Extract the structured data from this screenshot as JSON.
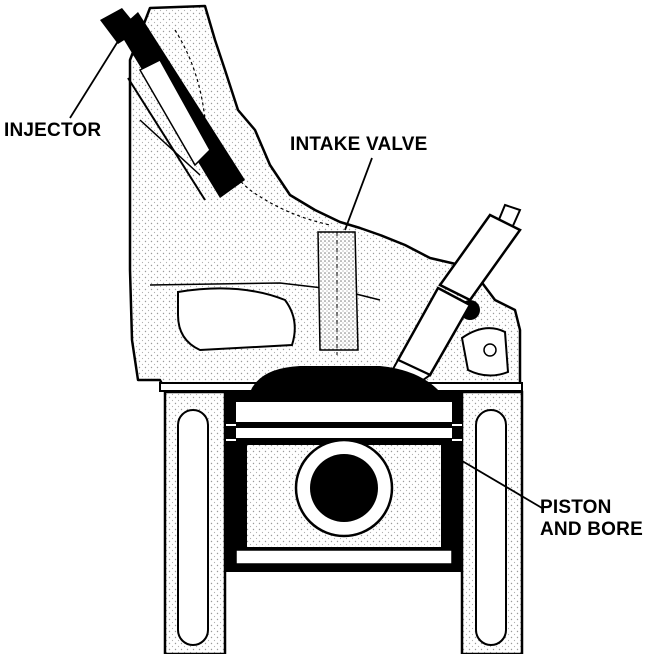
{
  "labels": {
    "injector": "INJECTOR",
    "intake_valve": "INTAKE VALVE",
    "piston_line1": "PISTON",
    "piston_line2": "AND BORE"
  },
  "colors": {
    "ink": "#000000",
    "paper": "#ffffff",
    "shade": "#e6e6e6"
  }
}
